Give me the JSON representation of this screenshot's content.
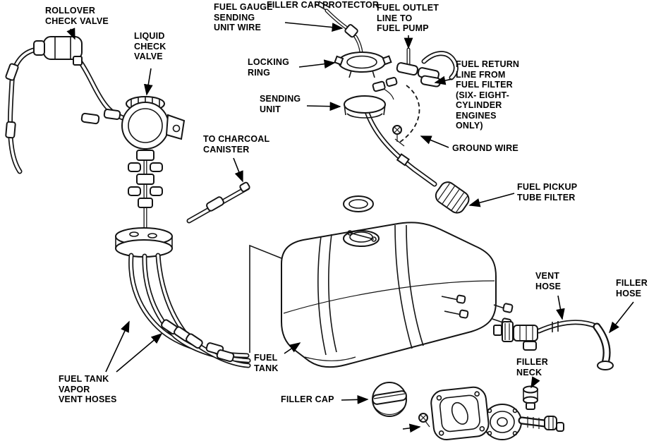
{
  "diagram": {
    "type": "exploded parts diagram",
    "subject": "Fuel tank and fuel line system",
    "ink_color": "#141414",
    "background_color": "#ffffff"
  },
  "labels": {
    "rollover_check_valve": "ROLLOVER\nCHECK VALVE",
    "liquid_check_valve": "LIQUID\nCHECK\nVALVE",
    "fuel_gauge_sending_unit_wire": "FUEL GAUGE\nSENDING\nUNIT WIRE",
    "fuel_outlet_line": "FUEL OUTLET\nLINE TO\nFUEL PUMP",
    "locking_ring": "LOCKING\nRING",
    "fuel_return_line": "FUEL RETURN\nLINE FROM\nFUEL FILTER\n(SIX- EIGHT-\nCYLINDER\nENGINES\nONLY)",
    "sending_unit": "SENDING\nUNIT",
    "to_charcoal_canister": "TO CHARCOAL\nCANISTER",
    "ground_wire": "GROUND WIRE",
    "fuel_pickup_tube_filter": "FUEL PICKUP\nTUBE FILTER",
    "vent_hose": "VENT\nHOSE",
    "filler_hose": "FILLER\nHOSE",
    "fuel_tank": "FUEL\nTANK",
    "filler_neck": "FILLER\nNECK",
    "fuel_tank_vapor_vent_hoses": "FUEL TANK\nVAPOR\nVENT HOSES",
    "filler_cap": "FILLER CAP",
    "filler_cap_protector": "FILLER CAP PROTECTOR"
  }
}
